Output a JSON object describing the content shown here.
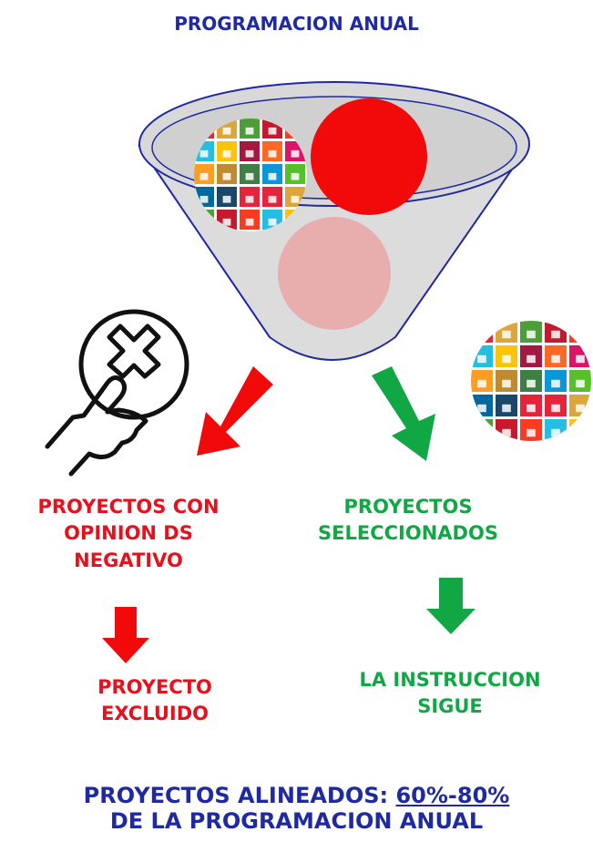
{
  "title": "PROGRAMACION ANUAL",
  "negative": {
    "line1": "PROYECTOS CON",
    "line2": "OPINION DS",
    "line3": "NEGATIVO"
  },
  "selected": {
    "line1": "PROYECTOS",
    "line2": "SELECCIONADOS"
  },
  "excluded": {
    "line1": "PROYECTO",
    "line2": "EXCLUIDO"
  },
  "continues": {
    "line1": "LA INSTRUCCION",
    "line2": "SIGUE"
  },
  "footer": {
    "lead": "PROYECTOS ALINEADOS: ",
    "range": "60%-80%",
    "line2": "DE LA PROGRAMACION ANUAL"
  },
  "colors": {
    "title_blue": "#1f2aa0",
    "reject_red": "#e8101c",
    "accept_green": "#12a745",
    "funnel_outline": "#1f2aa0",
    "circle_red": "#f20a0a",
    "circle_pink": "#e8aeae"
  },
  "icons": [
    "funnel-icon",
    "sdg-wheel-icon",
    "reject-hand-icon",
    "arrow-down-icon"
  ]
}
